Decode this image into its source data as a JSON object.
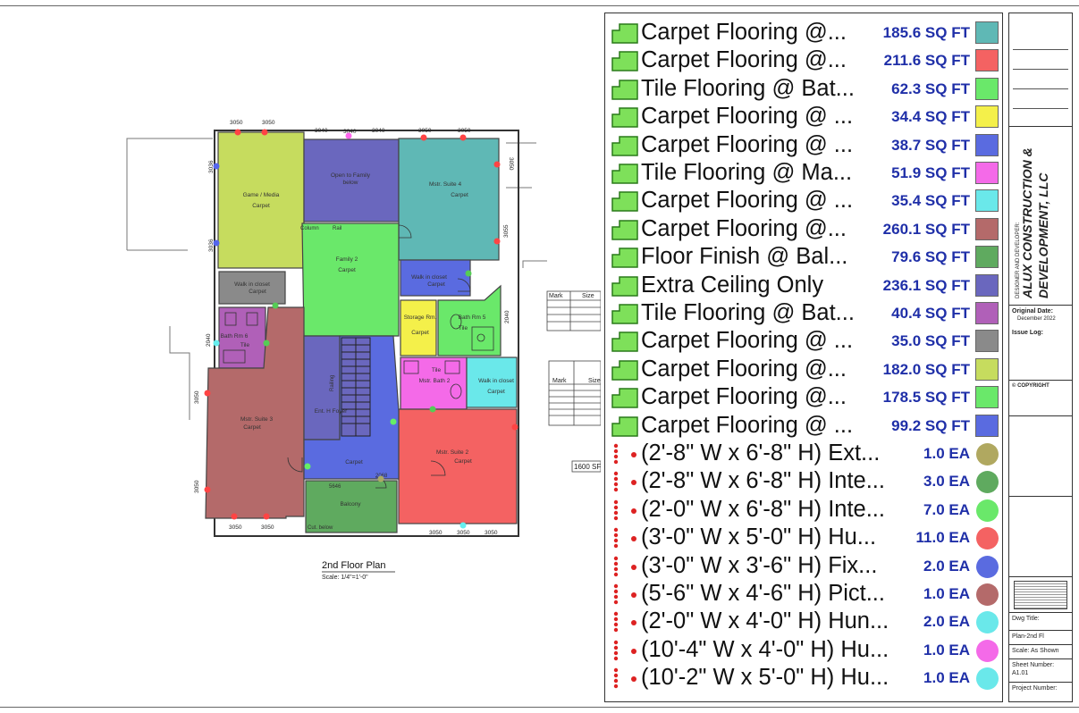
{
  "plan": {
    "title": "2nd Floor Plan",
    "scale": "Scale: 1/4\"=1'-0\"",
    "area_note": "1600 SF",
    "rooms": [
      {
        "key": "game",
        "label": "Game / Media",
        "sub": "Carpet",
        "color": "#c6dc5e"
      },
      {
        "key": "open",
        "label": "Open to Family",
        "sub": "below",
        "color": "#6a67be"
      },
      {
        "key": "mstr4",
        "label": "Mstr. Suite 4",
        "sub": "Carpet",
        "color": "#5fb8b5"
      },
      {
        "key": "family",
        "label": "Family 2",
        "sub": "Carpet",
        "color": "#6ae86a"
      },
      {
        "key": "walkin1",
        "label": "Walk in closet",
        "sub": "Carpet",
        "color": "#8a8a8a"
      },
      {
        "key": "bath6",
        "label": "Bath Rm 6",
        "sub": "Tile",
        "color": "#b060b8"
      },
      {
        "key": "walkin4",
        "label": "Walk in closet",
        "sub": "Carpet",
        "color": "#5a6be0"
      },
      {
        "key": "storage",
        "label": "Storage Rm.",
        "sub": "Carpet",
        "color": "#f4f04a"
      },
      {
        "key": "bath5",
        "label": "Bath Rm 5",
        "sub": "Tile",
        "color": "#6ae86a"
      },
      {
        "key": "mstr3",
        "label": "Mstr. Suite 3",
        "sub": "Carpet",
        "color": "#b46a6a"
      },
      {
        "key": "foyer",
        "label": "Ent. H Foyer",
        "sub": "",
        "color": "#6a67be"
      },
      {
        "key": "mbath",
        "label": "Mstr. Bath 2",
        "sub": "Tile",
        "color": "#f46ae8"
      },
      {
        "key": "walkin2",
        "label": "Walk in closet",
        "sub": "Carpet",
        "color": "#6ae8ea"
      },
      {
        "key": "mstr2",
        "label": "Mstr. Suite 2",
        "sub": "Carpet",
        "color": "#f46262"
      },
      {
        "key": "hall",
        "label": "Carpet",
        "sub": "",
        "color": "#5a6be0"
      },
      {
        "key": "balcony",
        "label": "Balcony",
        "sub": "",
        "color": "#5faa5f"
      }
    ],
    "dims_top": [
      "3050",
      "3050",
      "3040",
      "3040",
      "3040",
      "3050",
      "3050"
    ],
    "dims_bottom": [
      "3050",
      "3050",
      "3050",
      "3050",
      "3050"
    ],
    "dims_left": [
      "3036",
      "3036",
      "2040",
      "3050",
      "3050"
    ],
    "dims_right": [
      "3050",
      "3055",
      "2040"
    ],
    "misc": [
      "Column",
      "Rail",
      "Railing",
      "Cut. below",
      "5646",
      "2068",
      "Tile",
      "Carpet"
    ],
    "schedule_headers": [
      "Mark",
      "Size"
    ]
  },
  "legend": {
    "areas": [
      {
        "label": "Carpet Flooring @...",
        "qty": "185.6 SQ FT",
        "color": "#5fb8b5"
      },
      {
        "label": "Carpet Flooring @...",
        "qty": "211.6 SQ FT",
        "color": "#f46262"
      },
      {
        "label": "Tile Flooring @ Bat...",
        "qty": "62.3 SQ FT",
        "color": "#6ae86a"
      },
      {
        "label": "Carpet Flooring @ ...",
        "qty": "34.4 SQ FT",
        "color": "#f4f04a"
      },
      {
        "label": "Carpet Flooring @ ...",
        "qty": "38.7 SQ FT",
        "color": "#5a6be0"
      },
      {
        "label": "Tile Flooring @ Ma...",
        "qty": "51.9 SQ FT",
        "color": "#f46ae8"
      },
      {
        "label": "Carpet Flooring @ ...",
        "qty": "35.4 SQ FT",
        "color": "#6ae8ea"
      },
      {
        "label": "Carpet Flooring @...",
        "qty": "260.1 SQ FT",
        "color": "#b46a6a"
      },
      {
        "label": "Floor Finish @ Bal...",
        "qty": "79.6 SQ FT",
        "color": "#5faa5f"
      },
      {
        "label": "Extra Ceiling Only",
        "qty": "236.1 SQ FT",
        "color": "#6a67be"
      },
      {
        "label": "Tile Flooring @ Bat...",
        "qty": "40.4 SQ FT",
        "color": "#b060b8"
      },
      {
        "label": "Carpet Flooring @ ...",
        "qty": "35.0 SQ FT",
        "color": "#8a8a8a"
      },
      {
        "label": "Carpet Flooring @...",
        "qty": "182.0 SQ FT",
        "color": "#c6dc5e"
      },
      {
        "label": "Carpet Flooring @...",
        "qty": "178.5 SQ FT",
        "color": "#6ae86a"
      },
      {
        "label": "Carpet Flooring @ ...",
        "qty": "99.2 SQ FT",
        "color": "#5a6be0"
      }
    ],
    "counts": [
      {
        "label": "(2'-8\" W x 6'-8\" H) Ext...",
        "qty": "1.0 EA",
        "color": "#b0a860"
      },
      {
        "label": "(2'-8\" W x 6'-8\" H) Inte...",
        "qty": "3.0 EA",
        "color": "#5faa5f"
      },
      {
        "label": "(2'-0\" W x 6'-8\" H) Inte...",
        "qty": "7.0 EA",
        "color": "#6ae86a"
      },
      {
        "label": "(3'-0\" W x 5'-0\" H) Hu...",
        "qty": "11.0 EA",
        "color": "#f46262"
      },
      {
        "label": "(3'-0\" W x 3'-6\" H) Fix...",
        "qty": "2.0 EA",
        "color": "#5a6be0"
      },
      {
        "label": "(5'-6\" W x 4'-6\" H) Pict...",
        "qty": "1.0 EA",
        "color": "#b46a6a"
      },
      {
        "label": "(2'-0\" W x 4'-0\" H) Hun...",
        "qty": "2.0 EA",
        "color": "#6ae8ea"
      },
      {
        "label": "(10'-4\" W x 4'-0\" H) Hu...",
        "qty": "1.0 EA",
        "color": "#f46ae8"
      },
      {
        "label": "(10'-2\" W x 5'-0\" H) Hu...",
        "qty": "1.0 EA",
        "color": "#6ae8ea"
      }
    ]
  },
  "titleblock": {
    "company_line1": "ALUX CONSTRUCTION &",
    "company_line2": "DEVELOPMENT, LLC",
    "designer": "DESIGNER AND DEVELOPER:",
    "original_date_label": "Original Date:",
    "original_date": "December 2022",
    "issue_log": "Issue Log:",
    "copyright": "© COPYRIGHT",
    "dwg_title_label": "Dwg Title:",
    "dwg_title": "Plan-2nd Fl",
    "scale_label": "Scale: As Shown",
    "sheet_label": "Sheet Number:",
    "sheet": "A1.01",
    "project_label": "Project Number:"
  }
}
